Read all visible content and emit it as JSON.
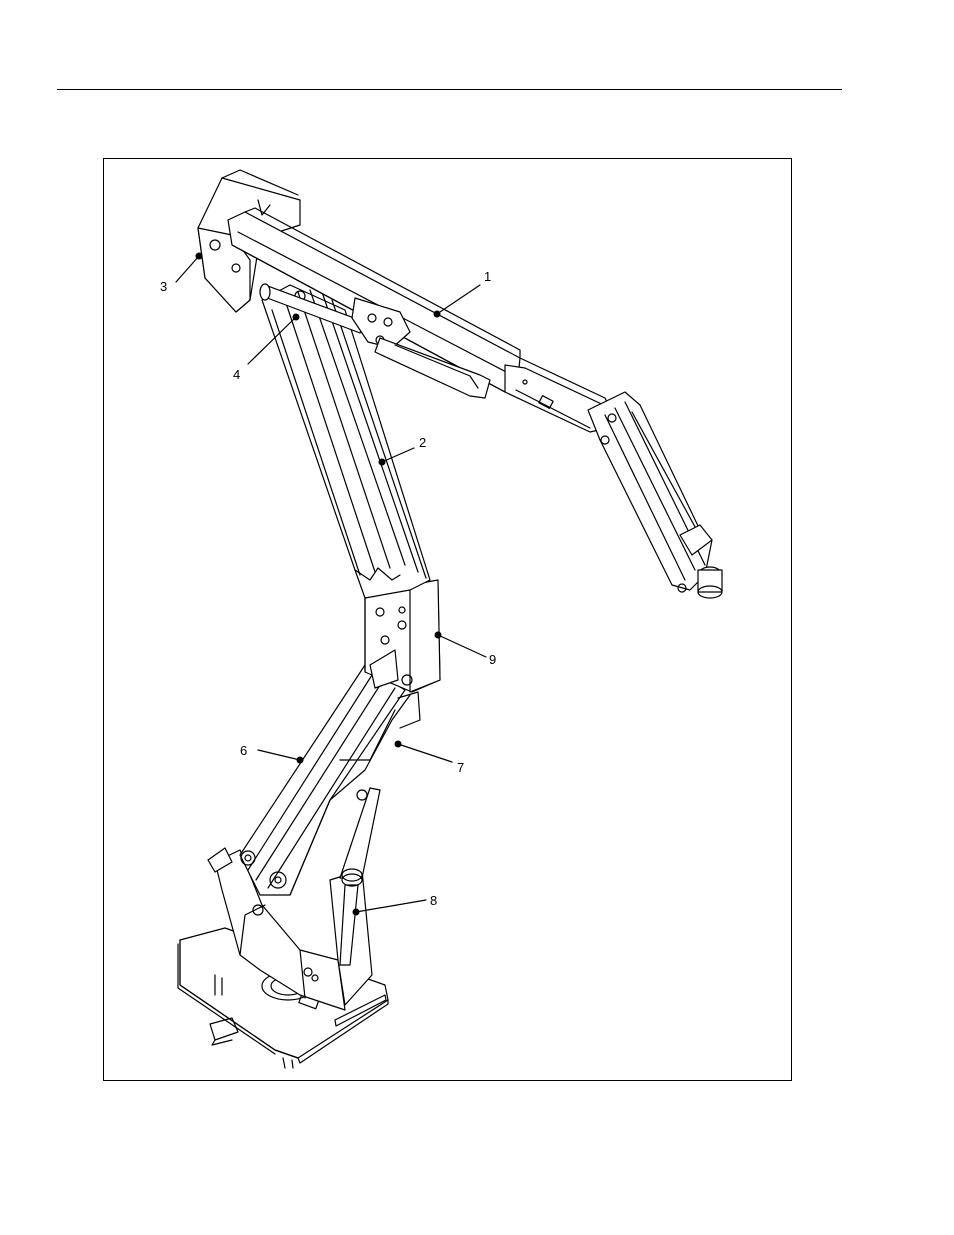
{
  "figure": {
    "callouts": [
      {
        "id": "1",
        "label": "1"
      },
      {
        "id": "2",
        "label": "2"
      },
      {
        "id": "3",
        "label": "3"
      },
      {
        "id": "4",
        "label": "4"
      },
      {
        "id": "6",
        "label": "6"
      },
      {
        "id": "7",
        "label": "7"
      },
      {
        "id": "8",
        "label": "8"
      },
      {
        "id": "9",
        "label": "9"
      }
    ]
  }
}
